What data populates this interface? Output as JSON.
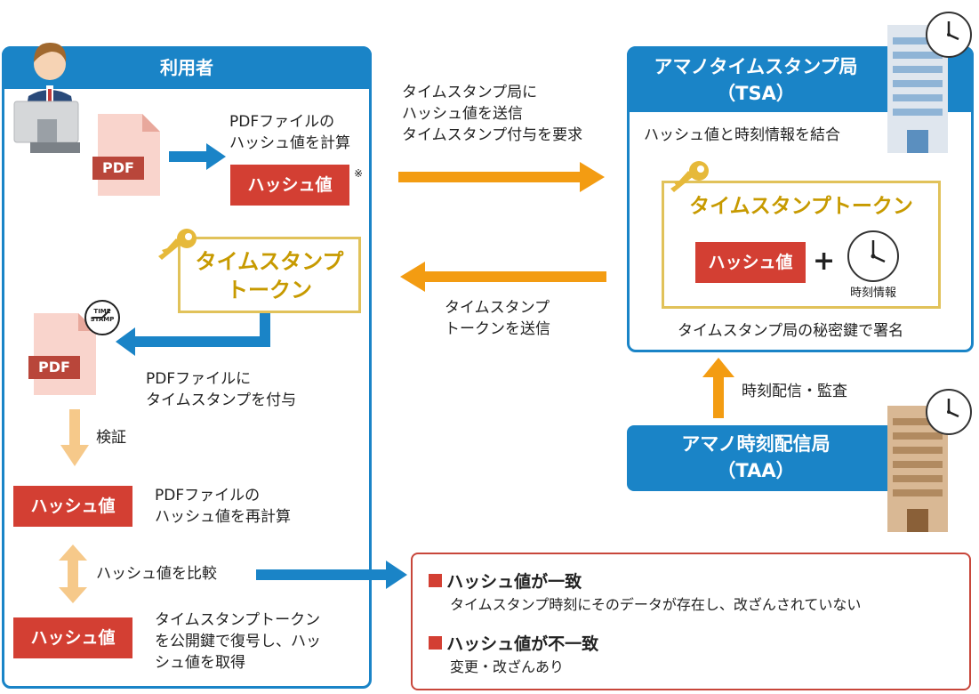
{
  "user": {
    "title": "利用者",
    "pdf_label": "PDF",
    "step1_text": "PDFファイルの\nハッシュ値を計算",
    "hash_label": "ハッシュ値",
    "note_mark": "※",
    "token_text": "タイムスタンプ\nトークン",
    "stamp_text": "TIME\nSTAMP",
    "attach_text": "PDFファイルに\nタイムスタンプを付与",
    "verify_label": "検証",
    "recalc_text": "PDFファイルの\nハッシュ値を再計算",
    "compare_label": "ハッシュ値を比較",
    "decrypt_text": "タイムスタンプトークン\nを公開鍵で復号し、ハッ\nシュ値を取得"
  },
  "flow": {
    "request_text": "タイムスタンプ局に\nハッシュ値を送信\nタイムスタンプ付与を要求",
    "return_text": "タイムスタンプ\nトークンを送信"
  },
  "tsa": {
    "title": "アマノタイムスタンプ局\n（TSA）",
    "combine_text": "ハッシュ値と時刻情報を結合",
    "token_title": "タイムスタンプトークン",
    "hash_label": "ハッシュ値",
    "plus": "+",
    "time_info": "時刻情報",
    "sign_text": "タイムスタンプ局の秘密鍵で署名"
  },
  "taa": {
    "title": "アマノ時刻配信局\n（TAA）",
    "audit_text": "時刻配信・監査"
  },
  "result": {
    "match_title": "ハッシュ値が一致",
    "match_desc": "タイムスタンプ時刻にそのデータが存在し、改ざんされていない",
    "mismatch_title": "ハッシュ値が不一致",
    "mismatch_desc": "変更・改ざんあり"
  },
  "colors": {
    "blue": "#1a84c7",
    "red": "#d33f33",
    "orange": "#f39c12",
    "light_orange": "#f6c98a",
    "gold": "#e1c25a"
  }
}
